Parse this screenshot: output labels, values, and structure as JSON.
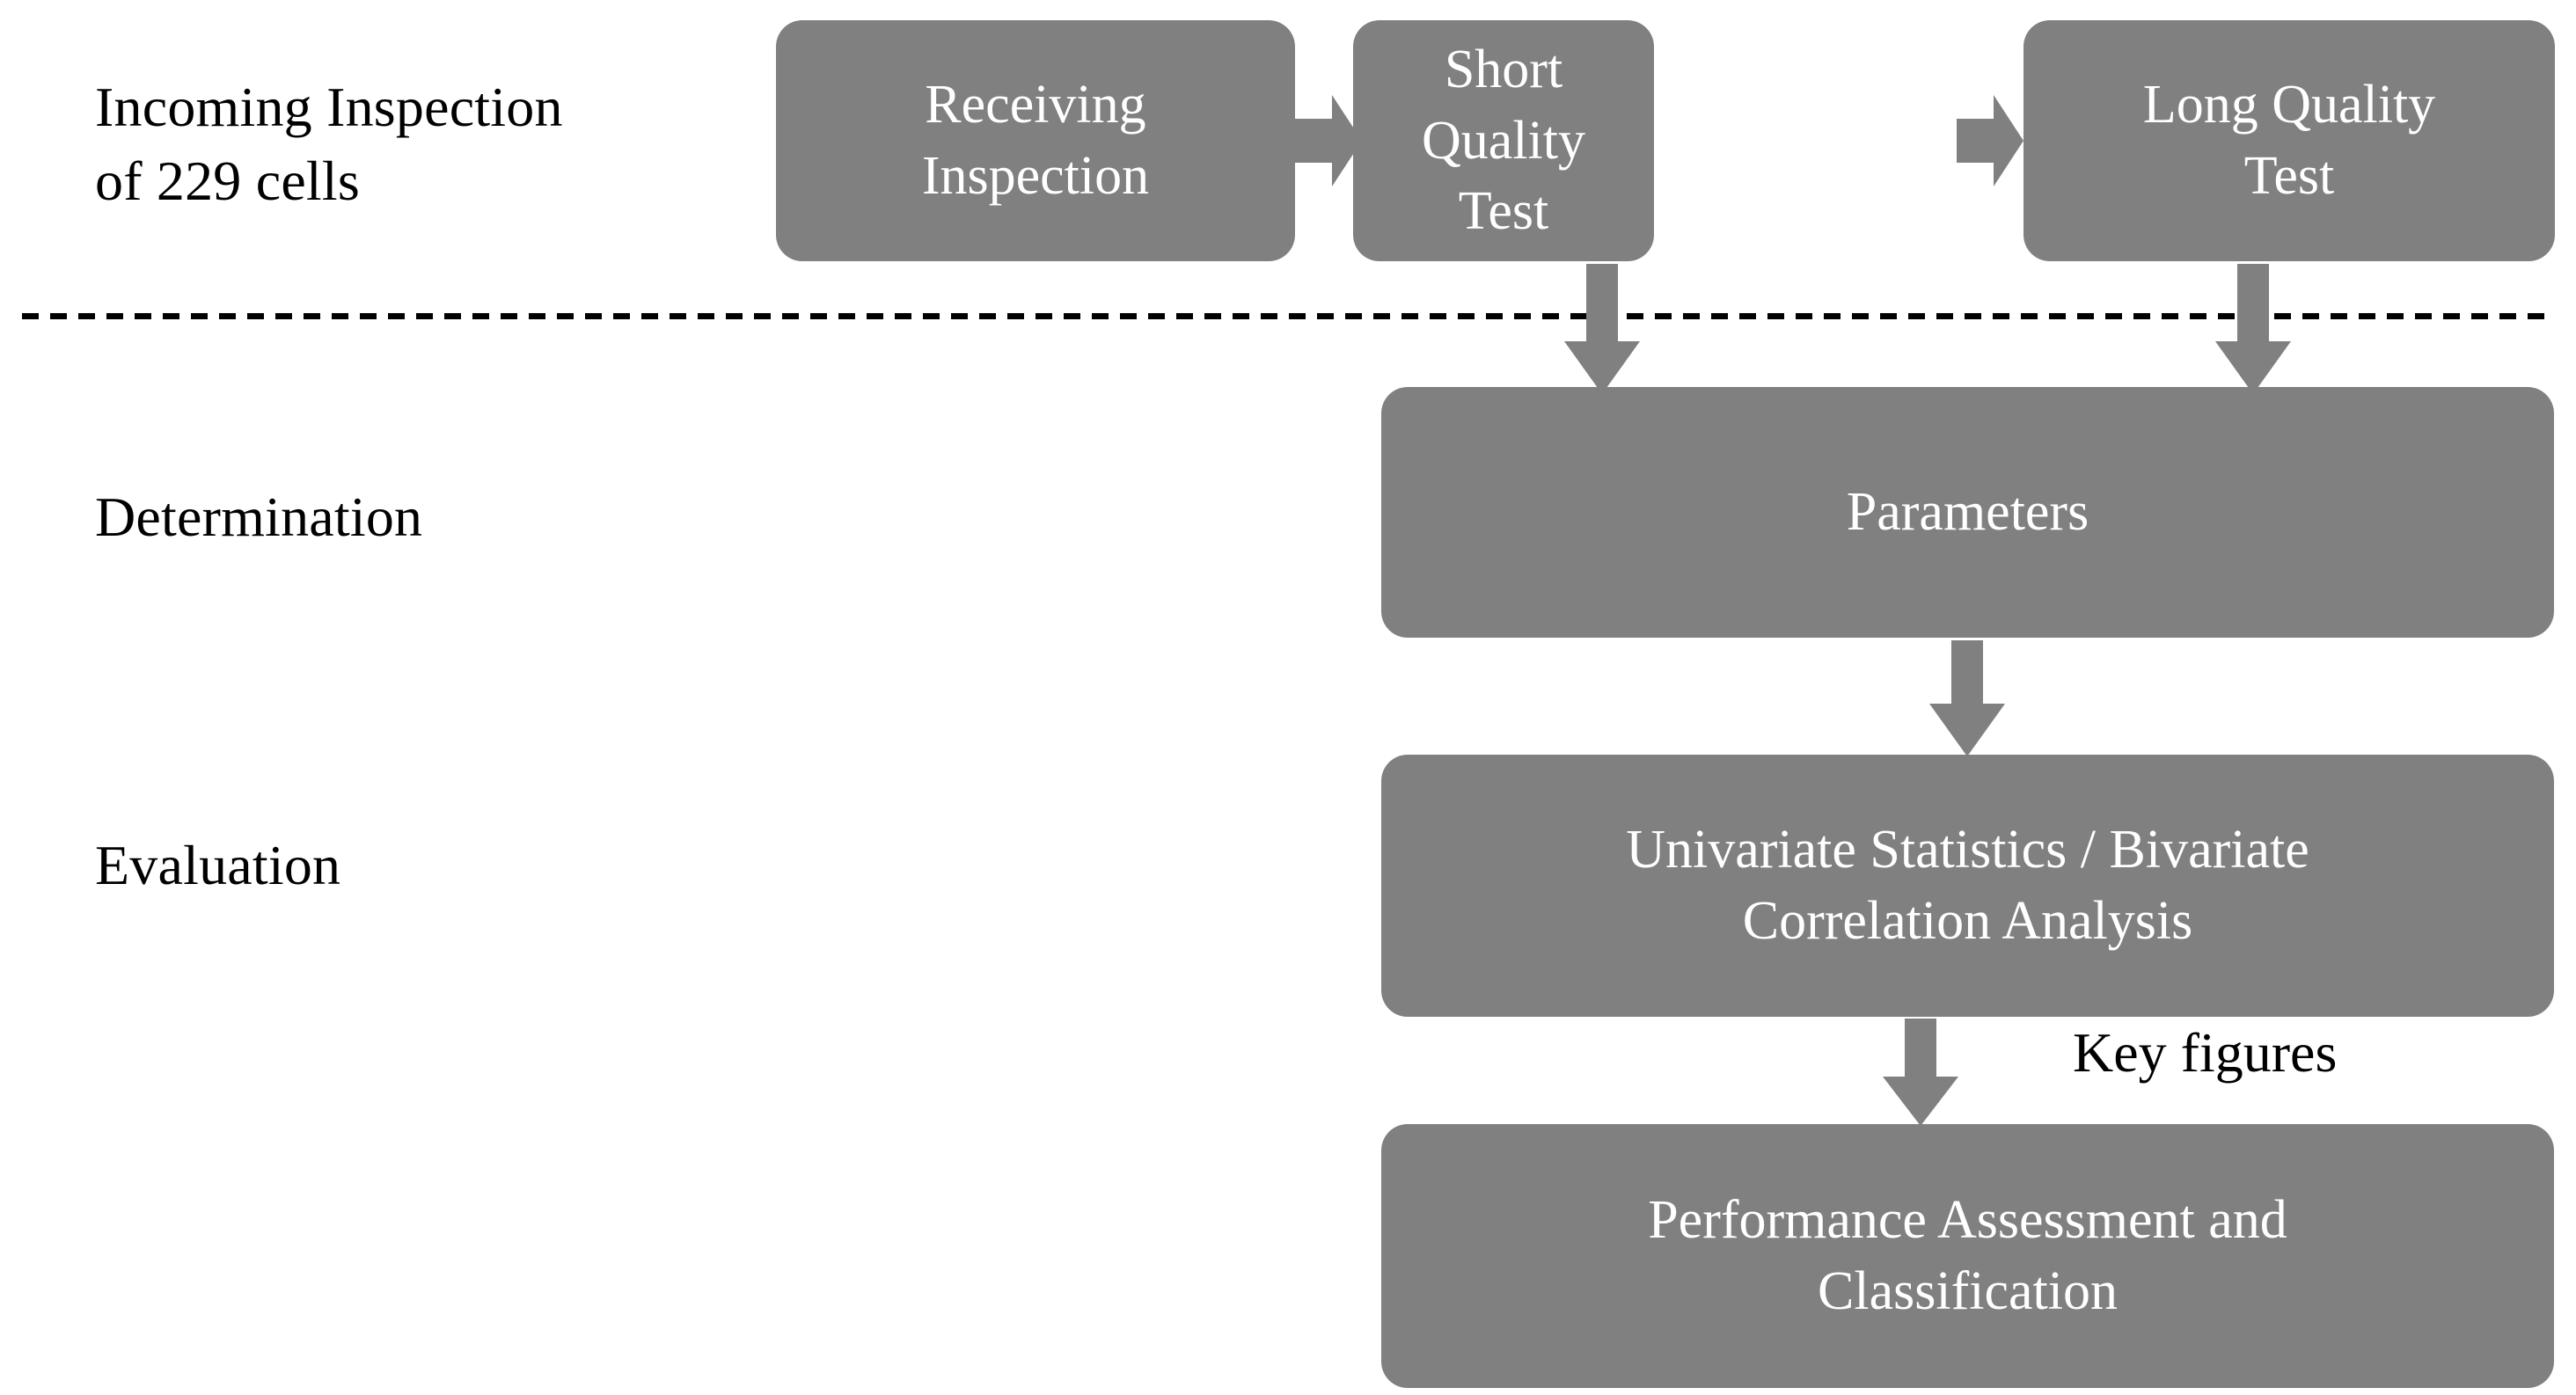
{
  "diagram": {
    "background_color": "#ffffff",
    "box_fill_color": "#808080",
    "box_text_color": "#ffffff",
    "label_text_color": "#000000",
    "divider_color": "#000000",
    "stage_labels": [
      {
        "id": "incoming",
        "text": "Incoming Inspection\nof 229 cells"
      },
      {
        "id": "determination",
        "text": "Determination"
      },
      {
        "id": "evaluation",
        "text": "Evaluation"
      }
    ],
    "boxes": [
      {
        "id": "receiving-inspection",
        "text": "Receiving\nInspection"
      },
      {
        "id": "short-quality-test",
        "text": "Short Quality\nTest"
      },
      {
        "id": "long-quality-test",
        "text": "Long Quality\nTest"
      },
      {
        "id": "parameters",
        "text": "Parameters"
      },
      {
        "id": "univariate-bivariate",
        "text": "Univariate Statistics / Bivariate\nCorrelation Analysis"
      },
      {
        "id": "performance-assessment",
        "text": "Performance Assessment and\nClassification"
      }
    ],
    "annotations": [
      {
        "id": "key-figures",
        "text": "Key figures"
      }
    ],
    "connectors": [
      {
        "id": "receiving-to-short",
        "direction": "right"
      },
      {
        "id": "short-to-long",
        "direction": "right"
      },
      {
        "id": "short-to-parameters",
        "direction": "down"
      },
      {
        "id": "long-to-parameters",
        "direction": "down"
      },
      {
        "id": "parameters-to-univariate",
        "direction": "down"
      },
      {
        "id": "univariate-to-performance",
        "direction": "down"
      }
    ]
  }
}
